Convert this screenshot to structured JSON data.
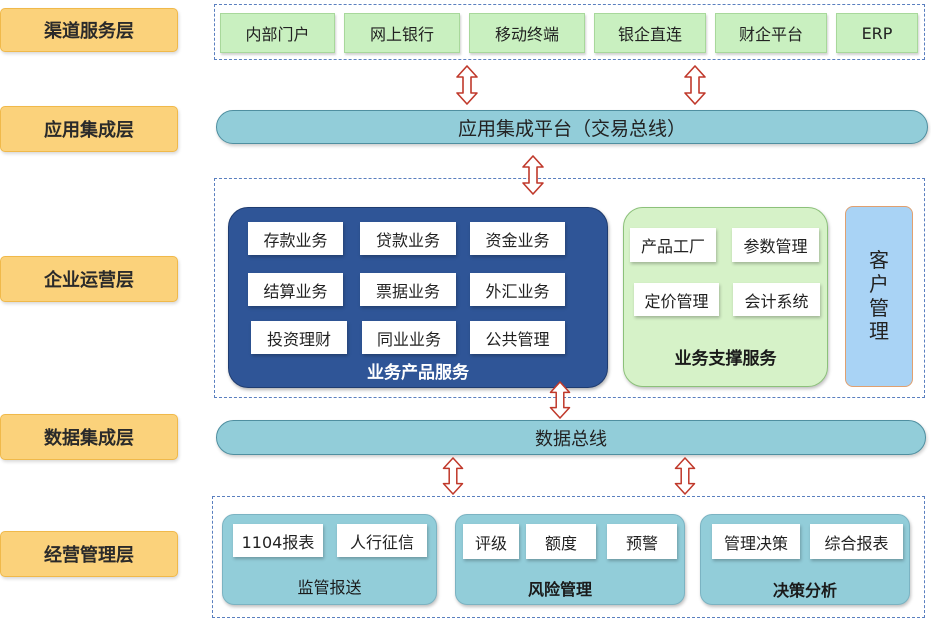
{
  "layers": {
    "channel": "渠道服务层",
    "application": "应用集成层",
    "enterprise": "企业运营层",
    "data": "数据集成层",
    "management": "经营管理层"
  },
  "channels": [
    "内部门户",
    "网上银行",
    "移动终端",
    "银企直连",
    "财企平台",
    "ERP"
  ],
  "app_bus": "应用集成平台（交易总线）",
  "business_products": {
    "title": "业务产品服务",
    "items": [
      "存款业务",
      "贷款业务",
      "资金业务",
      "结算业务",
      "票据业务",
      "外汇业务",
      "投资理财",
      "同业业务",
      "公共管理"
    ]
  },
  "business_support": {
    "title": "业务支撑服务",
    "items": [
      "产品工厂",
      "参数管理",
      "定价管理",
      "会计系统"
    ]
  },
  "customer_mgmt": [
    "客",
    "户",
    "管",
    "理"
  ],
  "data_bus": "数据总线",
  "management_groups": [
    {
      "title": "监管报送",
      "items": [
        "1104报表",
        "人行征信"
      ]
    },
    {
      "title": "风险管理",
      "items": [
        "评级",
        "额度",
        "预警"
      ]
    },
    {
      "title": "决策分析",
      "items": [
        "管理决策",
        "综合报表"
      ]
    }
  ],
  "colors": {
    "layer_label": "#fbd27b",
    "channel_box": "#c9f0c0",
    "bus": "#92cdd9",
    "business_products": "#2f5597",
    "business_support": "#d6f2c8",
    "customer_mgmt": "#a9d3f5",
    "arrow": "#c0392b"
  }
}
